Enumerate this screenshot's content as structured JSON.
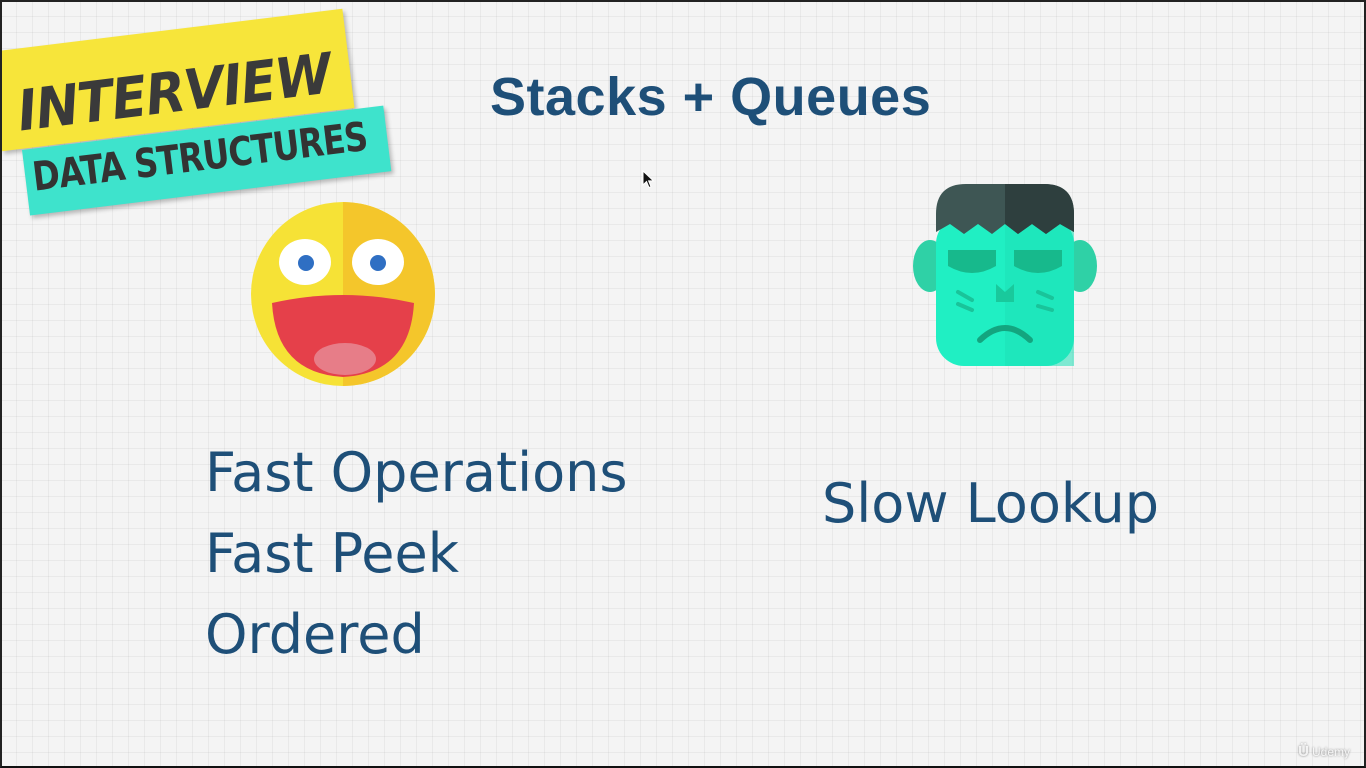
{
  "badge": {
    "line1": "INTERVIEW",
    "line2": "DATA STRUCTURES",
    "line1_color": "#f7e53a",
    "line2_color": "#3ee3cc"
  },
  "title": "Stacks + Queues",
  "pros": {
    "icon": "happy-face-emoji",
    "items": [
      "Fast Operations",
      "Fast Peek",
      "Ordered"
    ]
  },
  "cons": {
    "icon": "frankenstein-face-emoji",
    "items": [
      "Slow Lookup"
    ]
  },
  "watermark": {
    "mark": "Ü",
    "text": "Udemy"
  },
  "colors": {
    "text_accent": "#1e4f78",
    "background": "#f4f4f4"
  }
}
